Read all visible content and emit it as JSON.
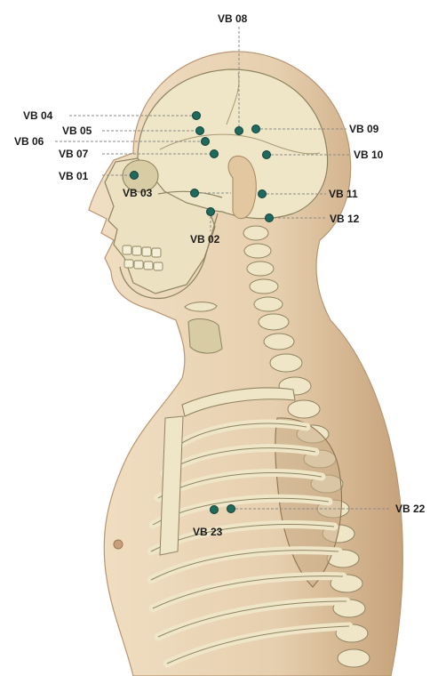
{
  "figure": {
    "colors": {
      "skin": "#e9d4b4",
      "skin_shadow": "#c9a77e",
      "bone": "#efe6c8",
      "bone_line": "#8f8460",
      "point": "#1d6b5f",
      "leader": "#8a8a8a",
      "label": "#1a1a1a"
    },
    "points": [
      {
        "id": "vb01",
        "label": "VB 01"
      },
      {
        "id": "vb02",
        "label": "VB 02"
      },
      {
        "id": "vb03",
        "label": "VB 03"
      },
      {
        "id": "vb04",
        "label": "VB 04"
      },
      {
        "id": "vb05",
        "label": "VB 05"
      },
      {
        "id": "vb06",
        "label": "VB 06"
      },
      {
        "id": "vb07",
        "label": "VB 07"
      },
      {
        "id": "vb08",
        "label": "VB 08"
      },
      {
        "id": "vb09",
        "label": "VB 09"
      },
      {
        "id": "vb10",
        "label": "VB 10"
      },
      {
        "id": "vb11",
        "label": "VB 11"
      },
      {
        "id": "vb12",
        "label": "VB 12"
      },
      {
        "id": "vb22",
        "label": "VB 22"
      },
      {
        "id": "vb23",
        "label": "VB 23"
      }
    ]
  }
}
